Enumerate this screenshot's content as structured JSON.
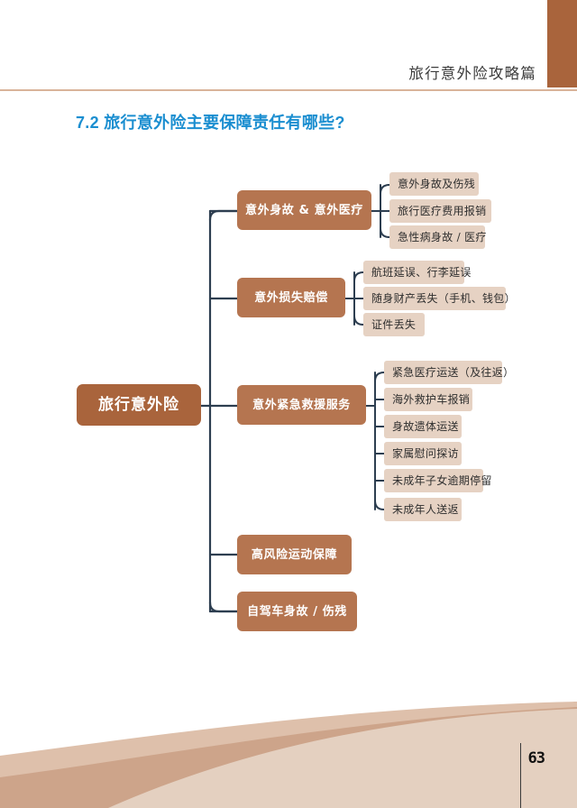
{
  "header": {
    "running_title": "旅行意外险攻略篇",
    "bar_color": "#a9643c",
    "rule_color": "#d9b39a"
  },
  "section": {
    "number": "7.2",
    "heading": "7.2 旅行意外险主要保障责任有哪些?",
    "heading_color": "#1b8ed0"
  },
  "mindmap": {
    "connector_color": "#2d3e50",
    "root": {
      "label": "旅行意外险",
      "fill": "#a9643c",
      "text_color": "#ffffff"
    },
    "level2_fill": "#b57550",
    "level3_fill": "#e6d2c3",
    "branches": [
      {
        "label": "意外身故 & 意外医疗",
        "children": [
          "意外身故及伤残",
          "旅行医疗费用报销",
          "急性病身故 / 医疗"
        ]
      },
      {
        "label": "意外损失赔偿",
        "children": [
          "航班延误、行李延误",
          "随身财产丢失（手机、钱包）",
          "证件丢失"
        ]
      },
      {
        "label": "意外紧急救援服务",
        "children": [
          "紧急医疗运送（及往返）",
          "海外救护车报销",
          "身故遗体运送",
          "家属慰问探访",
          "未成年子女逾期停留",
          "未成年人送返"
        ]
      },
      {
        "label": "高风险运动保障",
        "children": []
      },
      {
        "label": "自驾车身故 / 伤残",
        "children": []
      }
    ]
  },
  "footer": {
    "page_number": "63",
    "deco_color_light": "#e4d0c0",
    "deco_color_mid": "#dec0ab",
    "deco_color_dark": "#cda48a"
  }
}
